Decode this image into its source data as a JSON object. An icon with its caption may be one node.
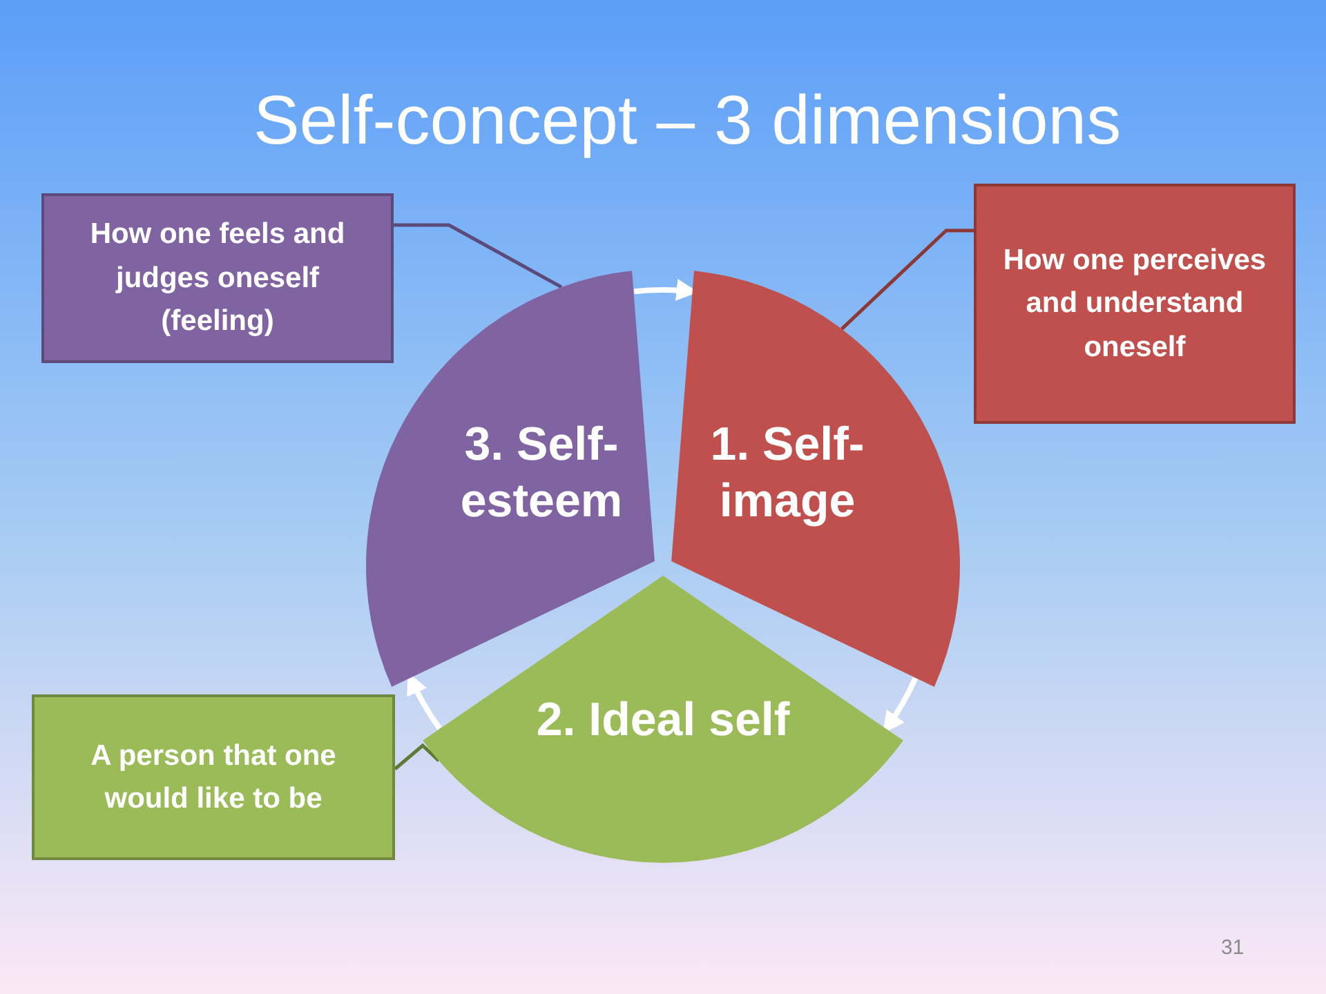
{
  "diagram": {
    "title": "Self-concept – 3 dimensions",
    "nodes": [
      {
        "text": [
          "How one feels and judges oneself (feeling)"
        ]
      },
      {
        "text": [
          "3. Self-esteem"
        ]
      },
      {
        "text": [
          "1. Self-image"
        ]
      },
      {
        "text": [
          "How one perceives and understand oneself"
        ]
      },
      {
        "text": [
          "2. Ideal self"
        ]
      },
      {
        "text": [
          "A person that one would like to be"
        ]
      }
    ],
    "edges": [
      {
        "from": 0,
        "to": 1,
        "arrow": "none",
        "color": "#5c4a7a"
      },
      {
        "from": 3,
        "to": 2,
        "arrow": "none",
        "color": "#8c3836"
      },
      {
        "from": 5,
        "to": 4,
        "arrow": "none",
        "color": "#5f7a33"
      },
      {
        "from": 1,
        "to": 2,
        "arrow": "to"
      },
      {
        "from": 2,
        "to": 4,
        "arrow": "to"
      },
      {
        "from": 4,
        "to": 1,
        "arrow": "to"
      }
    ],
    "labels": [
      "31"
    ]
  }
}
